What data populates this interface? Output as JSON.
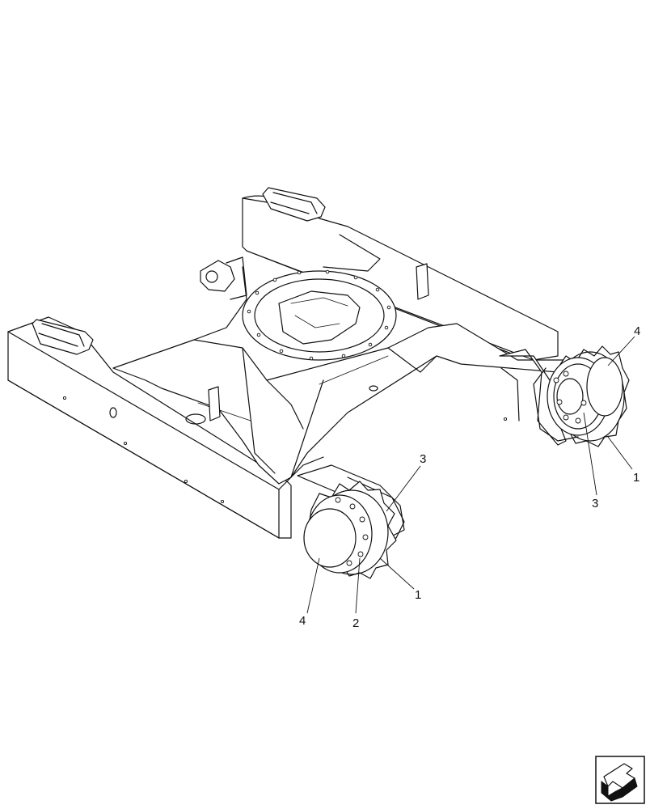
{
  "callouts": [
    {
      "id": "c4_right",
      "label": "4"
    },
    {
      "id": "c1_right",
      "label": "1"
    },
    {
      "id": "c3_right",
      "label": "3"
    },
    {
      "id": "c3_left",
      "label": "3"
    },
    {
      "id": "c1_left",
      "label": "1"
    },
    {
      "id": "c2_left",
      "label": "2"
    },
    {
      "id": "c4_left",
      "label": "4"
    }
  ],
  "nav_icon": {
    "name": "page-navigation-arrow-icon"
  }
}
